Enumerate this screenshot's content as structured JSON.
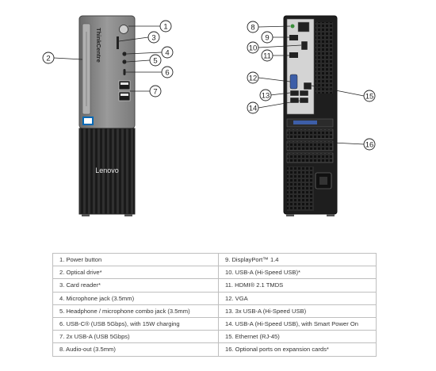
{
  "callouts": [
    "1",
    "2",
    "3",
    "4",
    "5",
    "6",
    "7",
    "8",
    "9",
    "10",
    "11",
    "12",
    "13",
    "14",
    "15",
    "16"
  ],
  "brand": {
    "side_text": "ThinkCentre",
    "front_logo": "Lenovo"
  },
  "legend": {
    "rows": [
      {
        "left": "1.   Power button",
        "right": "9.   DisplayPort™ 1.4"
      },
      {
        "left": "2.   Optical drive*",
        "right": "10.  USB-A (Hi-Speed USB)*"
      },
      {
        "left": "3.   Card reader*",
        "right": "11.  HDMI® 2.1 TMDS"
      },
      {
        "left": "4.   Microphone jack (3.5mm)",
        "right": "12.  VGA"
      },
      {
        "left": "5.   Headphone / microphone combo jack (3.5mm)",
        "right": "13.  3x USB-A (Hi-Speed USB)"
      },
      {
        "left": "6.   USB-C® (USB 5Gbps), with 15W charging",
        "right": "14.  USB-A (Hi-Speed USB), with Smart Power On"
      },
      {
        "left": "7.   2x USB-A (USB 5Gbps)",
        "right": "15.  Ethernet (RJ-45)"
      },
      {
        "left": "8.   Audio-out (3.5mm)",
        "right": "16.  Optional ports on expansion cards*"
      }
    ]
  },
  "colors": {
    "front_panel": "#8e8e8e",
    "front_panel_dark": "#5a5a5a",
    "grille": "#2a2a2a",
    "chassis_black": "#1c1c1c",
    "back_plate": "#d6d6d6",
    "callout_stroke": "#222222"
  }
}
